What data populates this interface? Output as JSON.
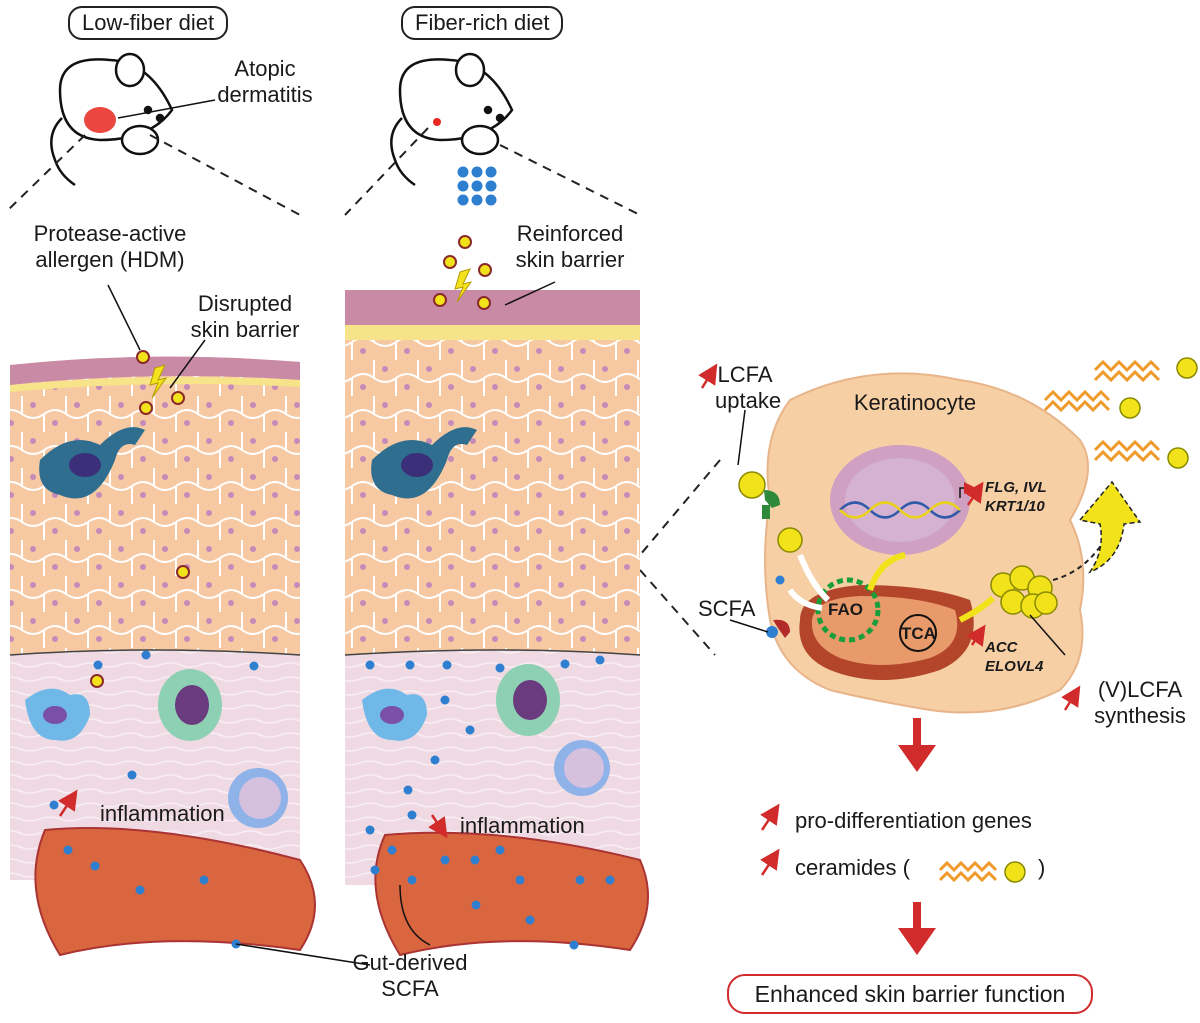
{
  "diet_labels": {
    "low_fiber": "Low-fiber diet",
    "fiber_rich": "Fiber-rich diet"
  },
  "left_panel": {
    "atopic": [
      "Atopic",
      "dermatitis"
    ],
    "allergen": [
      "Protease-active",
      "allergen (HDM)"
    ],
    "disrupted": [
      "Disrupted",
      "skin barrier"
    ],
    "inflammation": "inflammation"
  },
  "middle_panel": {
    "reinforced": [
      "Reinforced",
      "skin barrier"
    ],
    "inflammation": "inflammation",
    "gut_scfa": [
      "Gut-derived",
      "SCFA"
    ]
  },
  "right_panel": {
    "lcfa_uptake": [
      "LCFA",
      "uptake"
    ],
    "keratinocyte": "Keratinocyte",
    "genes": [
      "FLG, IVL",
      "KRT1/10"
    ],
    "scfa": "SCFA",
    "fao": "FAO",
    "tca": "TCA",
    "enzymes": [
      "ACC",
      "ELOVL4"
    ],
    "vlcfa": [
      "(V)LCFA",
      "synthesis"
    ],
    "outcomes": [
      "pro-differentiation genes",
      "ceramides ("
    ],
    "ceramide_close": ")",
    "final": "Enhanced skin barrier function"
  },
  "colors": {
    "skin": "#f6c9a3",
    "cell_line": "#ffffff",
    "dermis": "#efdae3",
    "stratum": "#c98aa6",
    "vessel": "#d9663e",
    "nucleus": "#c58bb8",
    "scfa": "#2f7fd1",
    "arrow_red": "#d12b2b",
    "lipid": "#f2e21a",
    "chain": "#ef9a2a",
    "keratinocyte": "#f7cfa5",
    "mito": "#b2452a"
  }
}
